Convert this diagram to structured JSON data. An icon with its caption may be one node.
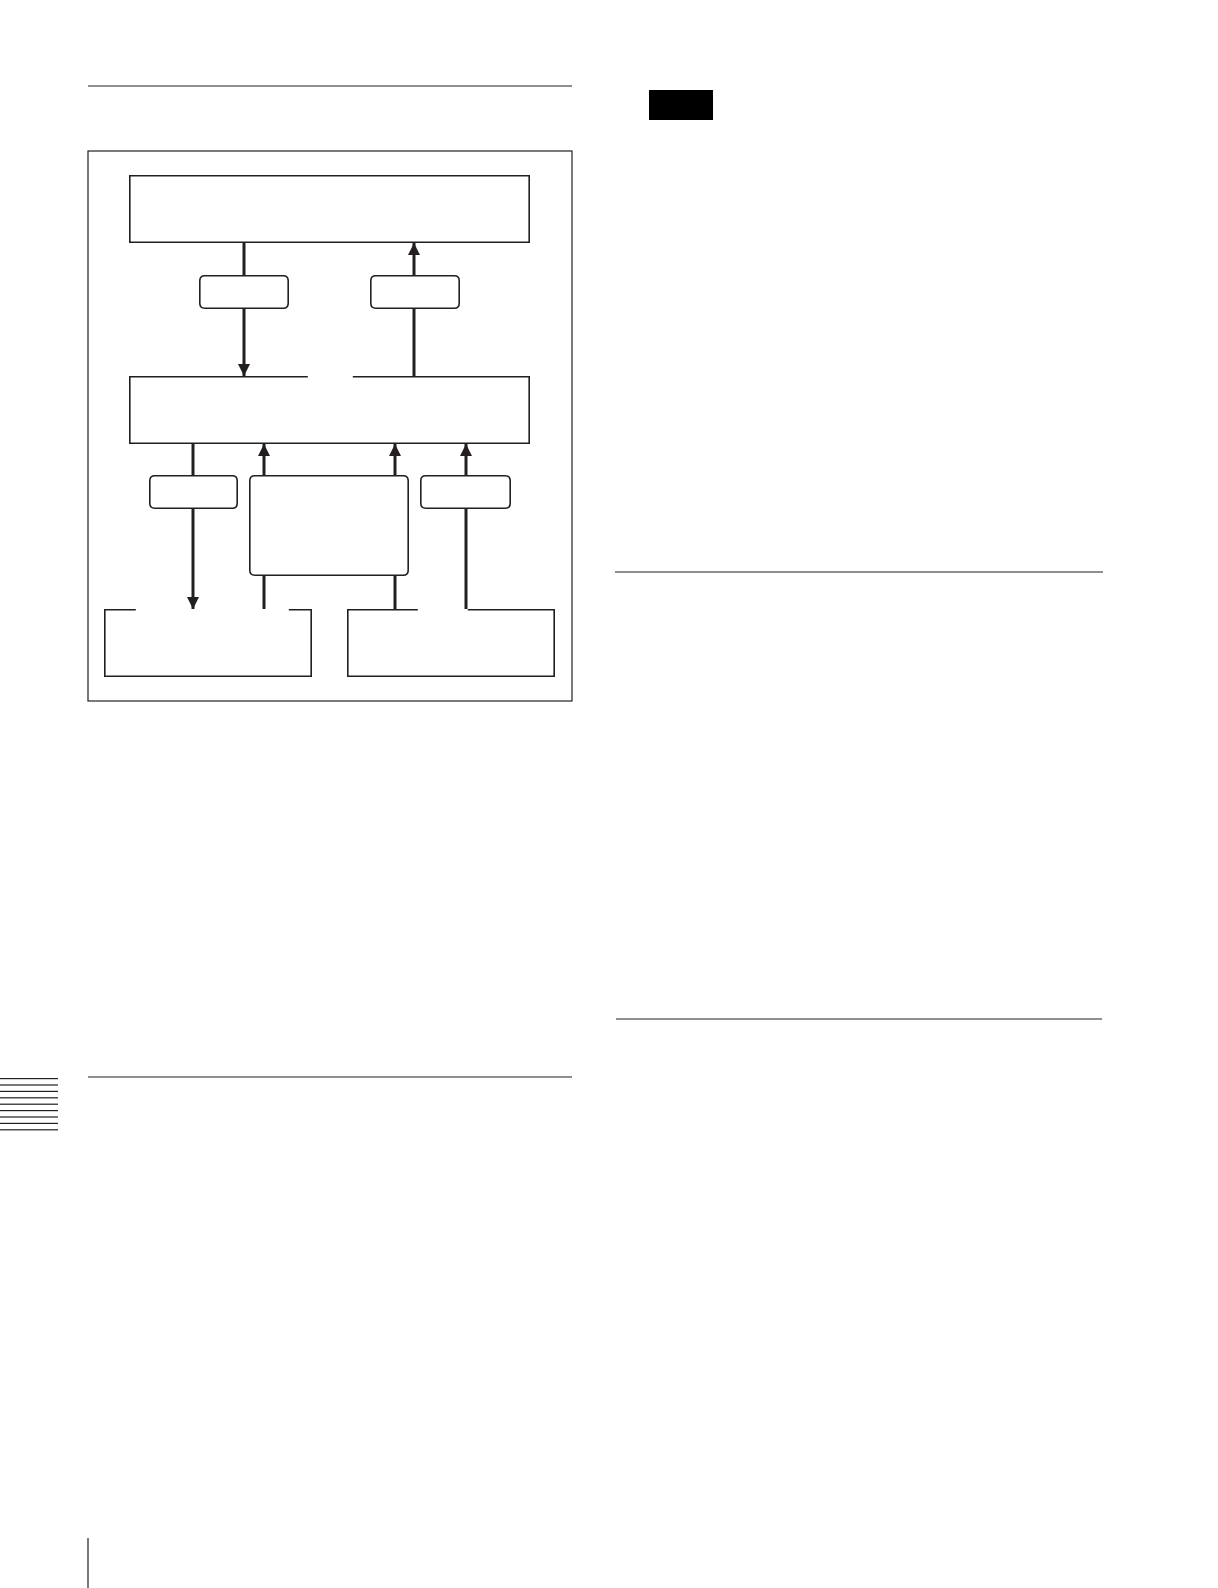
{
  "diagram": {
    "nodes": [
      {
        "text": [],
        "shape": "box"
      },
      {
        "text": [],
        "shape": "box"
      },
      {
        "text": [],
        "shape": "box"
      },
      {
        "text": [],
        "shape": "box"
      },
      {
        "text": [],
        "shape": "box"
      },
      {
        "text": [],
        "shape": "box"
      },
      {
        "text": [],
        "shape": "box"
      },
      {
        "text": [],
        "shape": "box"
      },
      {
        "text": [],
        "shape": "box"
      }
    ],
    "edges": [
      {
        "from": 0,
        "to": 1,
        "arrow": "none"
      },
      {
        "from": 1,
        "to": 3,
        "arrow": "to"
      },
      {
        "from": 3,
        "to": 2,
        "arrow": "none"
      },
      {
        "from": 2,
        "to": 0,
        "arrow": "to"
      },
      {
        "from": 3,
        "to": 4,
        "arrow": "none"
      },
      {
        "from": 4,
        "to": 7,
        "arrow": "to"
      },
      {
        "from": 7,
        "to": 5,
        "arrow": "none"
      },
      {
        "from": 5,
        "to": 3,
        "arrow": "to"
      },
      {
        "from": 8,
        "to": 5,
        "arrow": "none"
      },
      {
        "from": 5,
        "to": 3,
        "arrow": "to"
      },
      {
        "from": 8,
        "to": 6,
        "arrow": "none"
      },
      {
        "from": 6,
        "to": 3,
        "arrow": "to"
      }
    ]
  }
}
